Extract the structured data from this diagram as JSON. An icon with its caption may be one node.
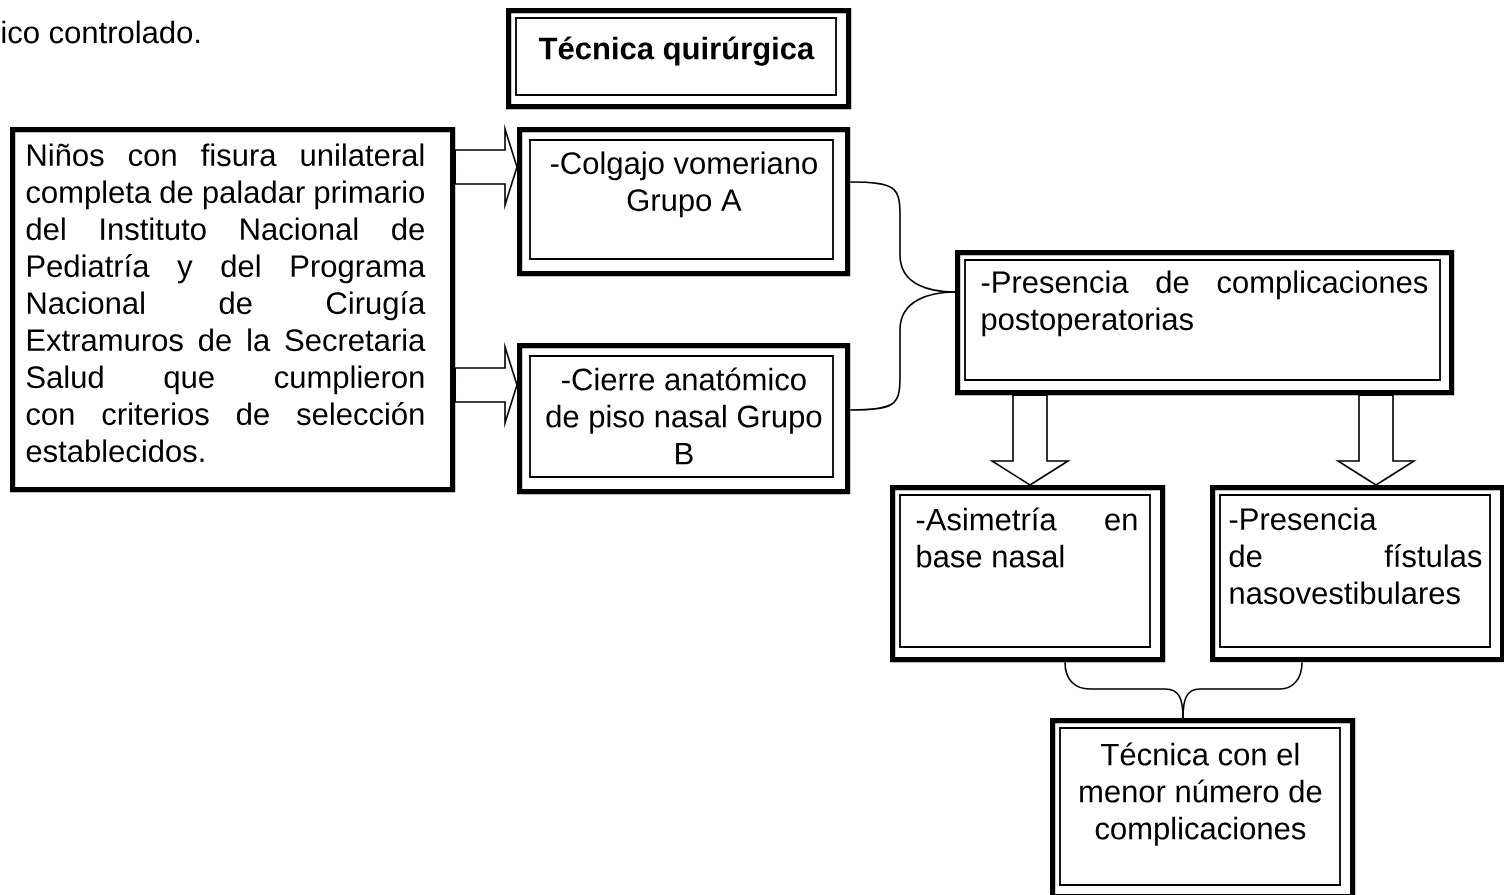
{
  "diagram": {
    "nodes": [
      {
        "text": [
          "Técnica quirúrgica"
        ]
      },
      {
        "text": [
          "Niños con fisura unilateral completa de paladar primario del Instituto Nacional de Pediatría y del Programa Nacional de Cirugía Extramuros de la Secretaria Salud que cumplieron con criterios de selección establecidos."
        ]
      },
      {
        "text": [
          "-Colgajo vomeriano Grupo A"
        ]
      },
      {
        "text": [
          "-Cierre anatómico de piso nasal Grupo B"
        ]
      },
      {
        "text": [
          "-Presencia de complicaciones postoperatorias"
        ]
      },
      {
        "text": [
          "-Asimetría en base nasal"
        ]
      },
      {
        "text": [
          "-Presencia de fístulas nasovestibulares"
        ]
      },
      {
        "text": [
          "Técnica con el menor número de complicaciones"
        ]
      }
    ],
    "edges": [
      {
        "from": 1,
        "to": 2,
        "arrow": "to"
      },
      {
        "from": 1,
        "to": 3,
        "arrow": "to"
      },
      {
        "from": 2,
        "to": 4,
        "arrow": "none"
      },
      {
        "from": 3,
        "to": 4,
        "arrow": "none"
      },
      {
        "from": 4,
        "to": 5,
        "arrow": "to"
      },
      {
        "from": 4,
        "to": 6,
        "arrow": "to"
      },
      {
        "from": 5,
        "to": 7,
        "arrow": "none"
      },
      {
        "from": 6,
        "to": 7,
        "arrow": "none"
      }
    ],
    "labels": [
      "ico controlado."
    ]
  }
}
